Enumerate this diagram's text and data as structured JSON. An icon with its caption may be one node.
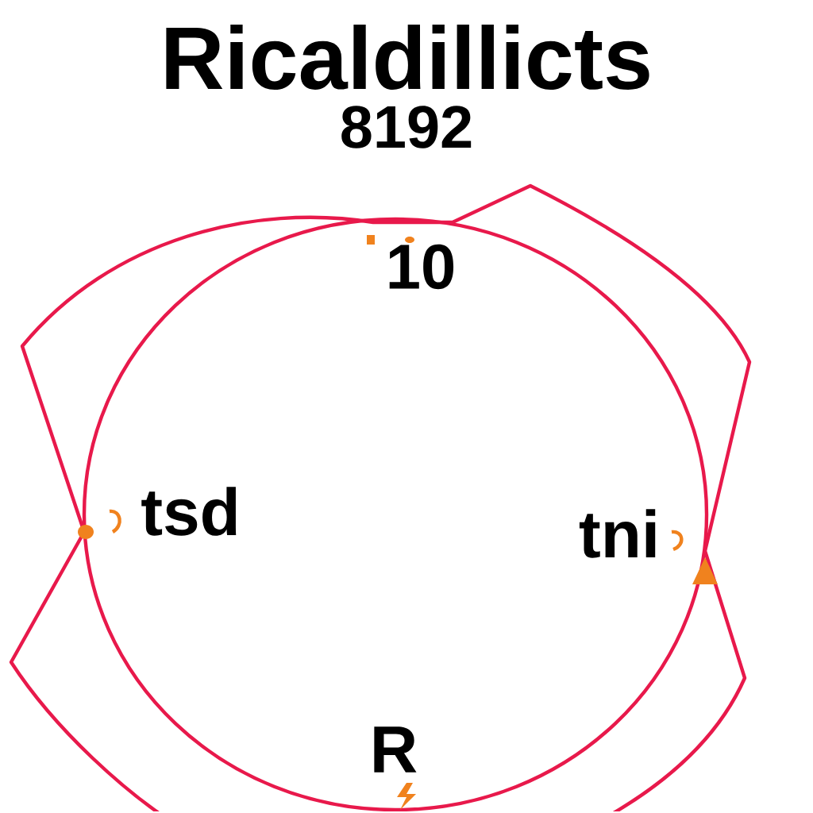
{
  "diagram": {
    "title": "Ricaldillicts",
    "labels": [
      "8192",
      "10",
      "tsd",
      "tni",
      "R"
    ]
  }
}
